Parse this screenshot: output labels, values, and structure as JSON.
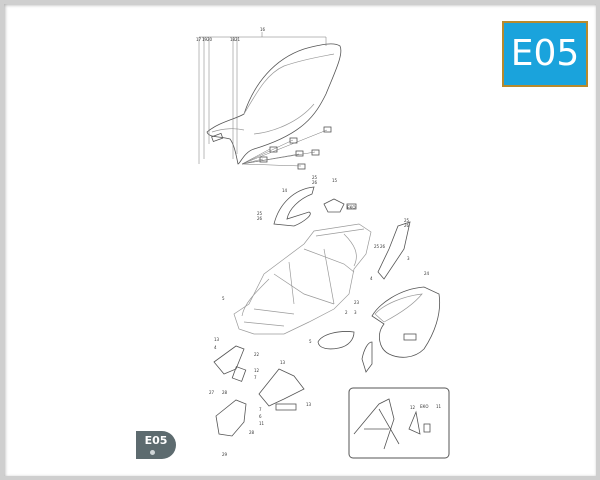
{
  "diagram": {
    "section_code": "E05",
    "section_tab_label": "E05",
    "badge_color": "#1aa3dc",
    "badge_border_color": "#b88a2c",
    "tab_color": "#5d6b6f",
    "callouts": [
      "16",
      "17",
      "19",
      "20",
      "18",
      "21",
      "25",
      "26",
      "14",
      "25",
      "26",
      "15",
      "ЕКО",
      "25",
      "26",
      "3",
      "25",
      "26",
      "4",
      "24",
      "23",
      "2",
      "3",
      "5",
      "5",
      "13",
      "4",
      "22",
      "13",
      "12",
      "7",
      "27",
      "28",
      "28",
      "29",
      "13",
      "7",
      "6",
      "11",
      "12",
      "ЕКО",
      "11"
    ]
  }
}
